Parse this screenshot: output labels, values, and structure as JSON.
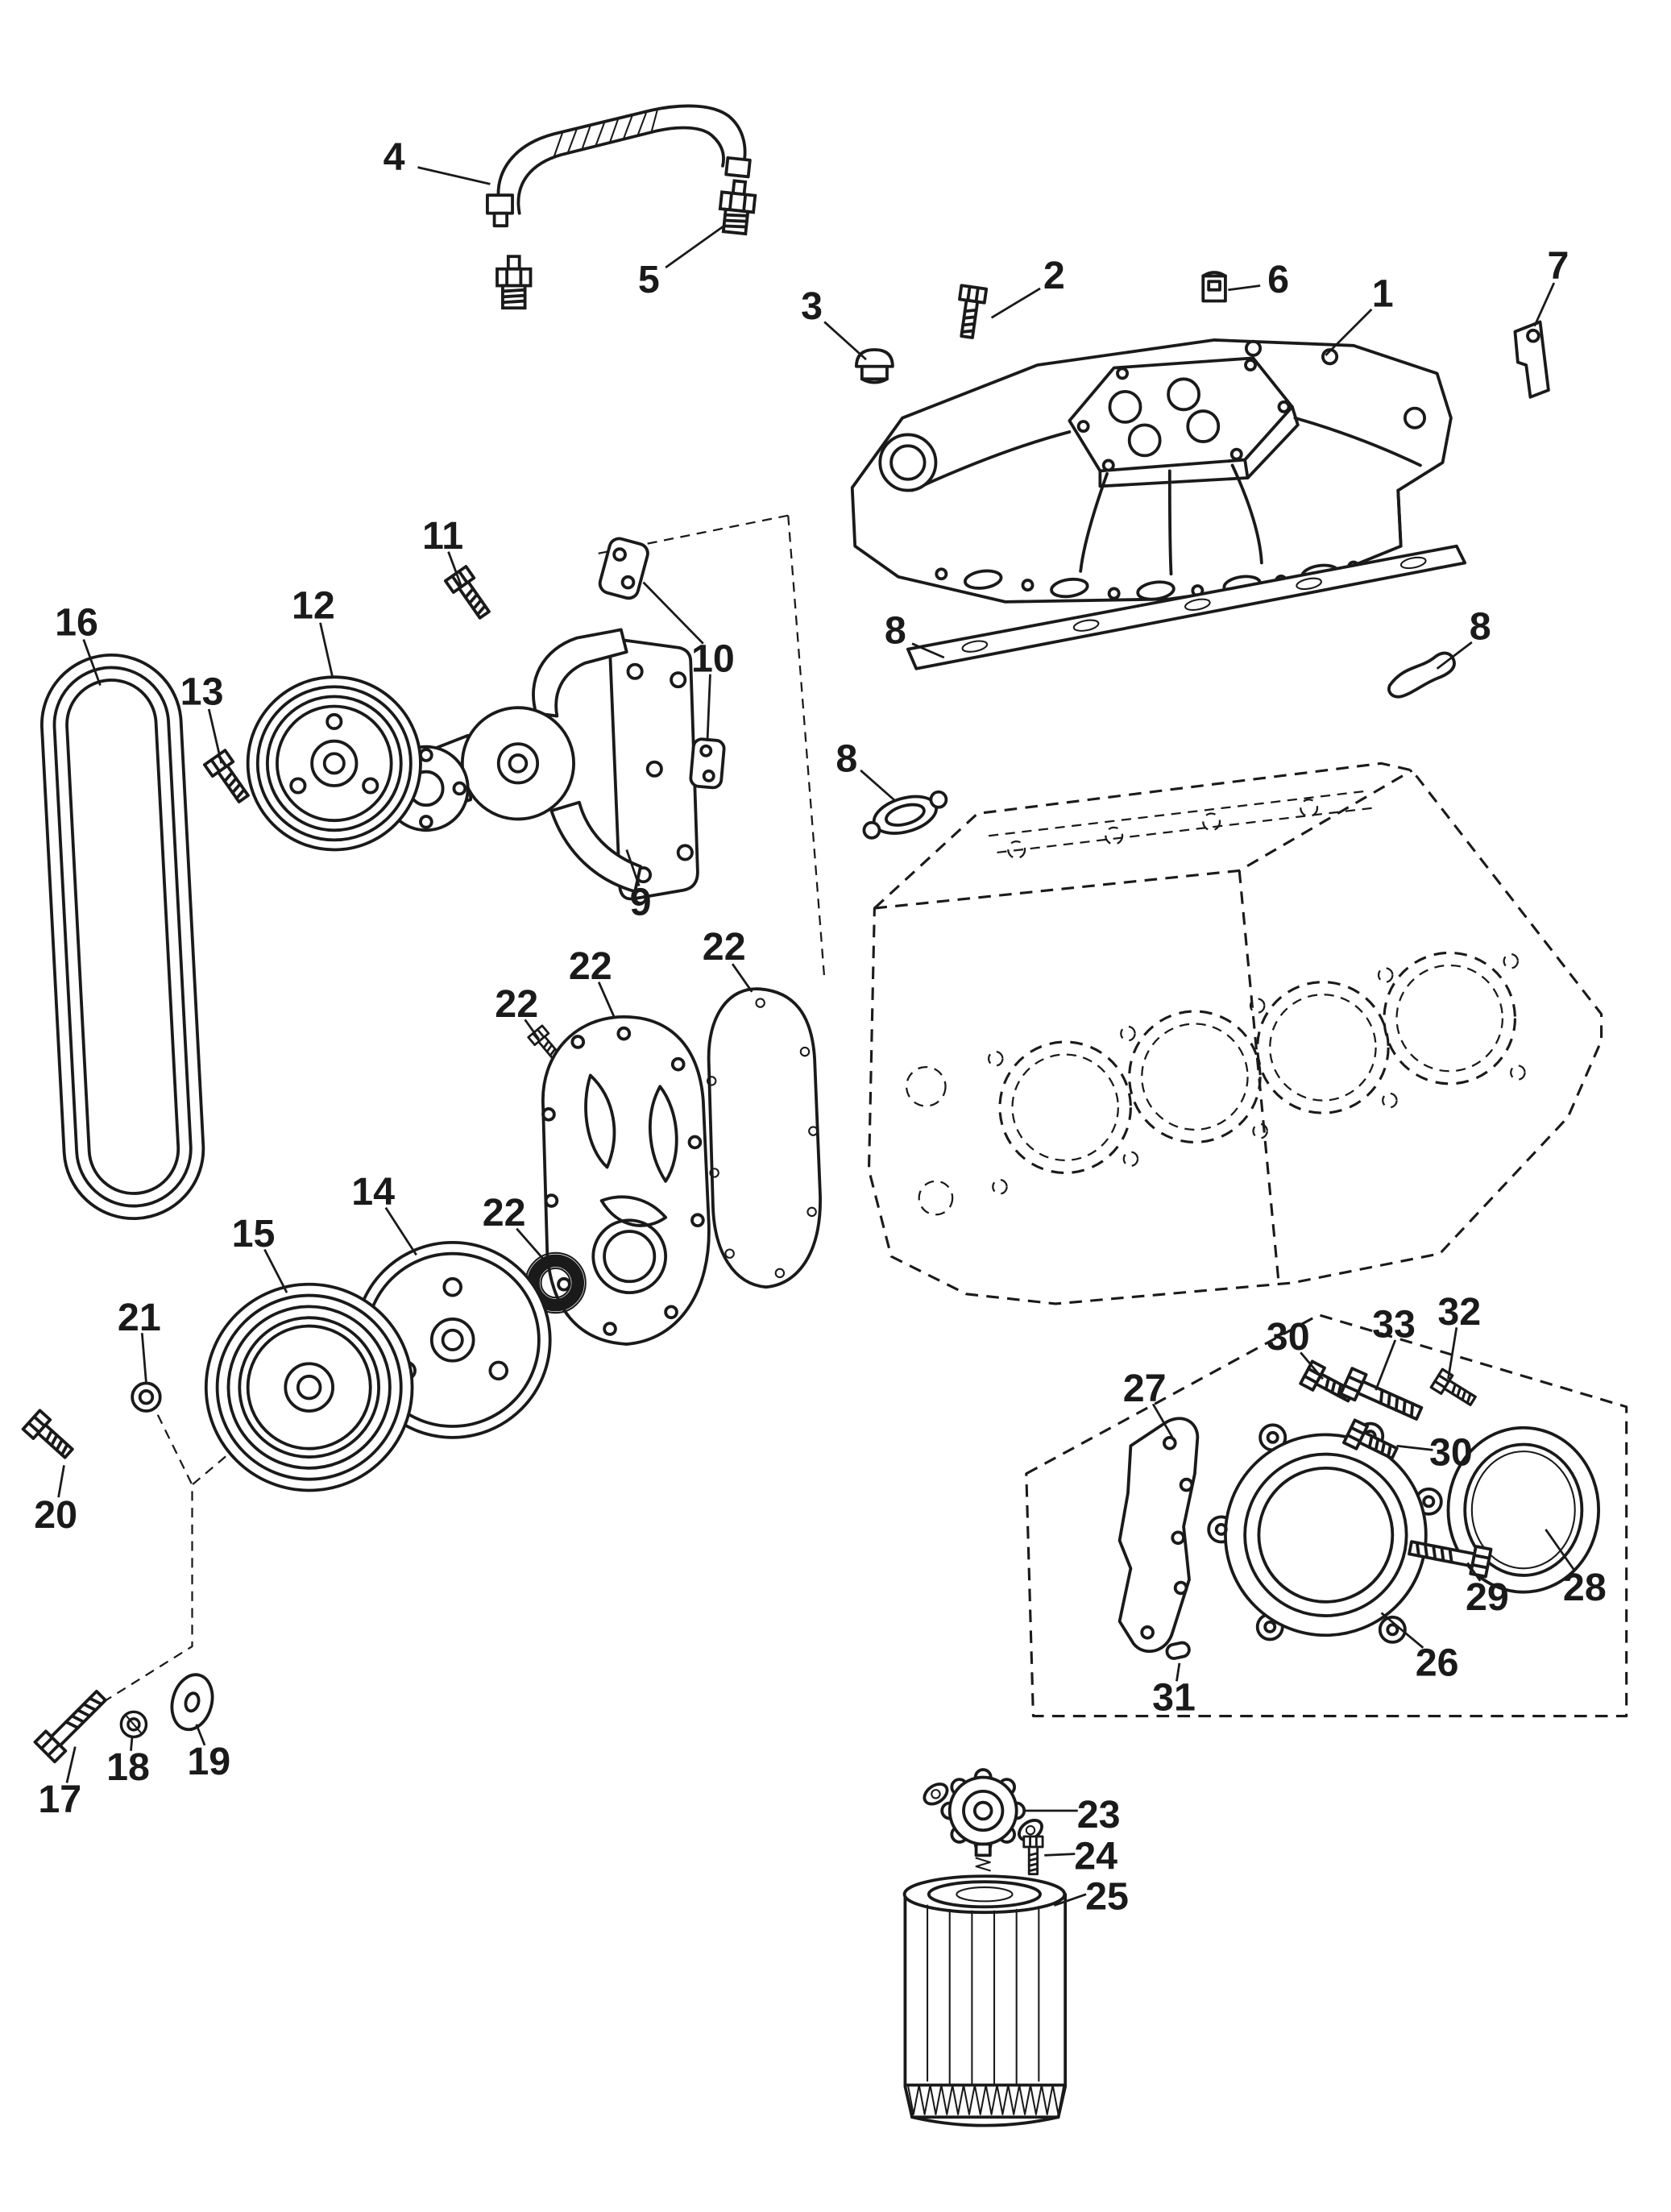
{
  "diagram": {
    "kind": "exploded-parts-diagram",
    "colors": {
      "ink": "#1a1a1a",
      "background": "#ffffff"
    }
  },
  "callouts": [
    {
      "label": "4"
    },
    {
      "label": "5"
    },
    {
      "label": "3"
    },
    {
      "label": "2"
    },
    {
      "label": "6"
    },
    {
      "label": "1"
    },
    {
      "label": "7"
    },
    {
      "label": "8"
    },
    {
      "label": "8"
    },
    {
      "label": "8"
    },
    {
      "label": "11"
    },
    {
      "label": "12"
    },
    {
      "label": "10"
    },
    {
      "label": "16"
    },
    {
      "label": "13"
    },
    {
      "label": "9"
    },
    {
      "label": "22"
    },
    {
      "label": "22"
    },
    {
      "label": "22"
    },
    {
      "label": "14"
    },
    {
      "label": "22"
    },
    {
      "label": "15"
    },
    {
      "label": "21"
    },
    {
      "label": "30"
    },
    {
      "label": "33"
    },
    {
      "label": "32"
    },
    {
      "label": "27"
    },
    {
      "label": "30"
    },
    {
      "label": "20"
    },
    {
      "label": "28"
    },
    {
      "label": "29"
    },
    {
      "label": "26"
    },
    {
      "label": "31"
    },
    {
      "label": "17"
    },
    {
      "label": "18"
    },
    {
      "label": "19"
    },
    {
      "label": "23"
    },
    {
      "label": "24"
    },
    {
      "label": "25"
    }
  ]
}
